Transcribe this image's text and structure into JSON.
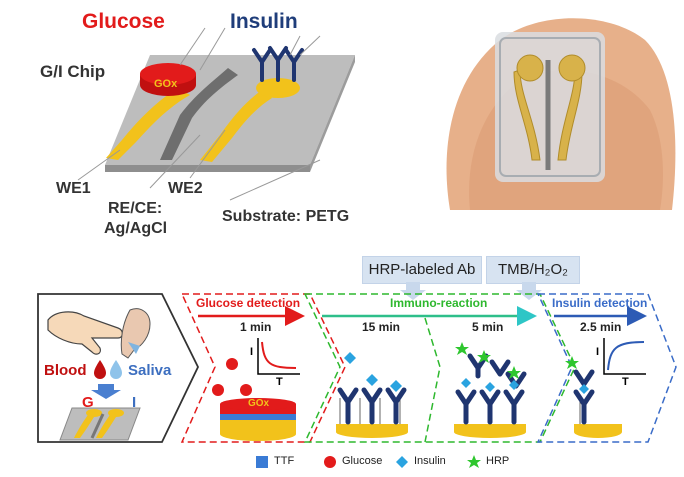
{
  "top_left": {
    "glucose_label": "Glucose",
    "insulin_label": "Insulin",
    "chip_label": "G/I Chip",
    "gox_label": "GOx",
    "we1_label": "WE1",
    "we2_label": "WE2",
    "rece_label_line1": "RE/CE:",
    "rece_label_line2": "Ag/AgCl",
    "substrate_label": "Substrate: PETG"
  },
  "top_boxes": {
    "hrp_ab": "HRP-labeled Ab",
    "tmb": "TMB/H₂O₂"
  },
  "steps": {
    "glucose_detection": "Glucose detection",
    "glucose_time": "1 min",
    "immuno_reaction": "Immuno-reaction",
    "immuno_time1": "15 min",
    "immuno_time2": "5 min",
    "insulin_detection": "Insulin detection",
    "insulin_time": "2.5 min",
    "gox_small": "GOx"
  },
  "sample": {
    "blood": "Blood",
    "saliva": "Saliva",
    "g": "G",
    "i": "I"
  },
  "plots": {
    "y_label": "I",
    "x_label": "T"
  },
  "legend": [
    {
      "label": "TTF",
      "color": "#3a7bd5"
    },
    {
      "label": "Glucose",
      "color": "#e31b1b"
    },
    {
      "label": "Insulin",
      "color": "#2aa3e0"
    },
    {
      "label": "HRP",
      "color": "#2ec62e"
    }
  ],
  "colors": {
    "glucose_red": "#e21b1b",
    "insulin_navy": "#1f3d7a",
    "immuno_green": "#2eb82e",
    "insulin_blue": "#3a6cc8",
    "electrode_gold": "#f2c21b",
    "antibody_navy": "#1f3570"
  }
}
